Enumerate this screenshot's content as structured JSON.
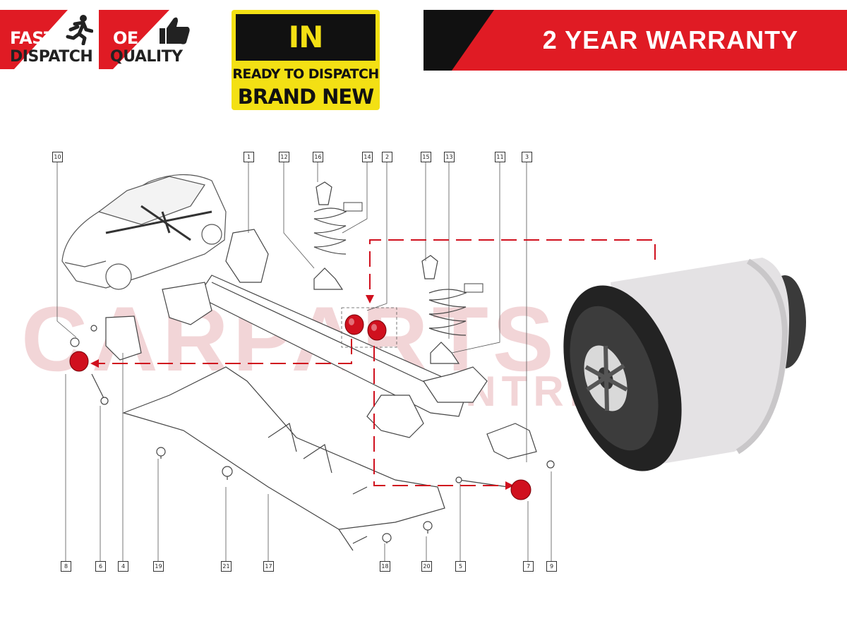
{
  "header": {
    "fast_dispatch": {
      "line1": "FAST",
      "line2": "DISPATCH"
    },
    "oe_quality": {
      "line1": "OE",
      "line2": "QUALITY"
    },
    "stock_badge": {
      "line1": "IN STOCK",
      "line2": "READY TO DISPATCH",
      "line3": "BRAND NEW"
    },
    "warranty": "2 YEAR WARRANTY"
  },
  "watermark": {
    "main": "CARPARTS",
    "sub": "CENTRE"
  },
  "diagram": {
    "top_labels": [
      "10",
      "1",
      "12",
      "16",
      "14",
      "2",
      "15",
      "13",
      "11",
      "3"
    ],
    "bottom_labels": [
      "8",
      "6",
      "4",
      "19",
      "21",
      "17",
      "18",
      "20",
      "5",
      "7",
      "9"
    ]
  },
  "colors": {
    "brand_red": "#e01b24",
    "badge_yellow": "#f3e014",
    "bush_red": "#d0101e"
  }
}
